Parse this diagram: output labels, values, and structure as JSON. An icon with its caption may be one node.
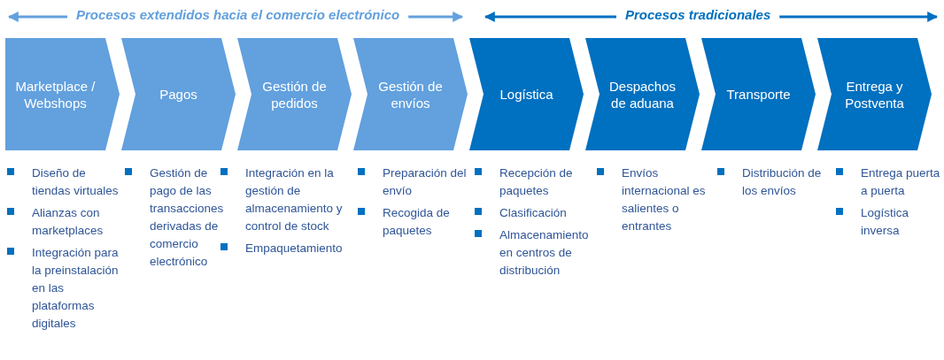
{
  "diagram": {
    "nodes": [
      {
        "text": [
          "Marketplace / Webshops"
        ],
        "beside": [
          "Diseño de tiendas virtuales",
          "Alianzas con marketplaces",
          "Integración para la preinstalación en las plataformas digitales"
        ]
      },
      {
        "text": [
          "Pagos"
        ],
        "beside": [
          "Gestión de pago de las transacciones derivadas de comercio electrónico"
        ]
      },
      {
        "text": [
          "Gestión de pedidos"
        ],
        "beside": [
          "Integración en la gestión de almacenamiento y control de stock",
          "Empaquetamiento"
        ]
      },
      {
        "text": [
          "Gestión de envíos"
        ],
        "beside": [
          "Preparación del envío",
          "Recogida de paquetes"
        ]
      },
      {
        "text": [
          "Logística"
        ],
        "beside": [
          "Recepción de paquetes",
          "Clasificación",
          "Almacenamiento en centros de distribución"
        ]
      },
      {
        "text": [
          "Despachos de aduana"
        ],
        "beside": [
          "Envíos internacional es salientes o entrantes"
        ]
      },
      {
        "text": [
          "Transporte"
        ],
        "beside": [
          "Distribución de los envíos"
        ]
      },
      {
        "text": [
          "Entrega y Postventa"
        ],
        "beside": [
          "Entrega puerta a puerta",
          "Logística inversa"
        ]
      }
    ],
    "labels": [
      "Procesos extendidos hacia el comercio electrónico",
      "Procesos tradicionales"
    ]
  }
}
